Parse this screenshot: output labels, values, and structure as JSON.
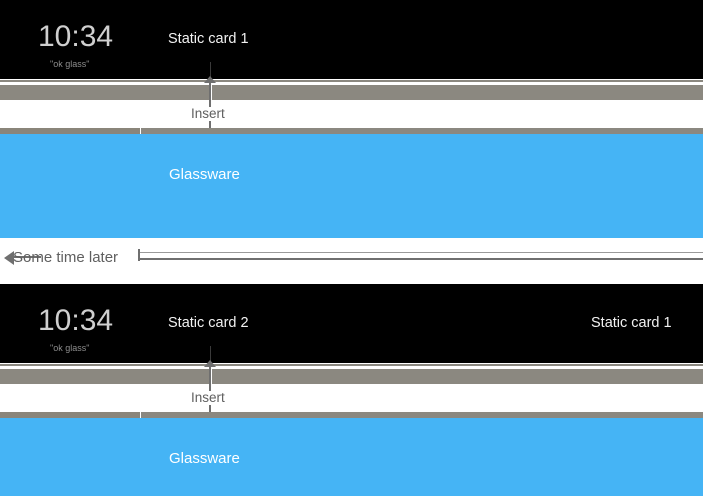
{
  "diagram": {
    "type": "glass-timeline",
    "accent_blue": "#45b4f5",
    "bar_gray": "#8b8880",
    "card_black": "#000000"
  },
  "rows": [
    {
      "id": "row-1",
      "clock": "10:34",
      "voice_hint": "\"ok glass\"",
      "cards": [
        {
          "label": "Static card 1"
        }
      ],
      "insert_label": "Insert",
      "glassware_label": "Glassware"
    },
    {
      "id": "row-2",
      "clock": "10:34",
      "voice_hint": "\"ok glass\"",
      "cards": [
        {
          "label": "Static card 2"
        },
        {
          "label": "Static card 1"
        }
      ],
      "insert_label": "Insert",
      "glassware_label": "Glassware"
    }
  ],
  "transition": {
    "label": "Some time later",
    "direction": "left"
  }
}
